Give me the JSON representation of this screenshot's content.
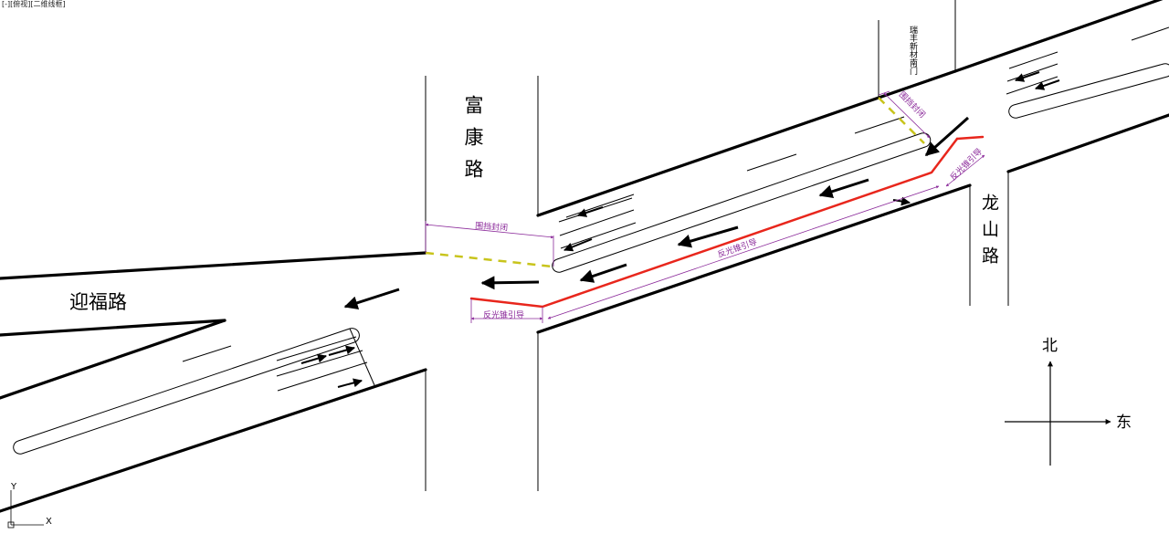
{
  "viewport": {
    "label": "[-][俯视][二维线框]"
  },
  "roads": {
    "fukang": "富康路",
    "yingfu": "迎福路",
    "longshan": "龙山路",
    "gate_note": "瑞丰新材南门"
  },
  "annotations": {
    "closure_west": "围挡封闭",
    "closure_east": "围挡封闭",
    "cone_guide_west": "反光锥引导",
    "cone_guide_center": "反光锥引导",
    "cone_guide_east": "反光锥引导"
  },
  "compass": {
    "north": "北",
    "east": "东"
  },
  "ucs": {
    "x_label": "X",
    "y_label": "Y"
  },
  "colors": {
    "road_edge": "#000000",
    "cone_line": "#e8261c",
    "barrier_line": "#c8c41c",
    "dimension": "#8b2a9a"
  }
}
